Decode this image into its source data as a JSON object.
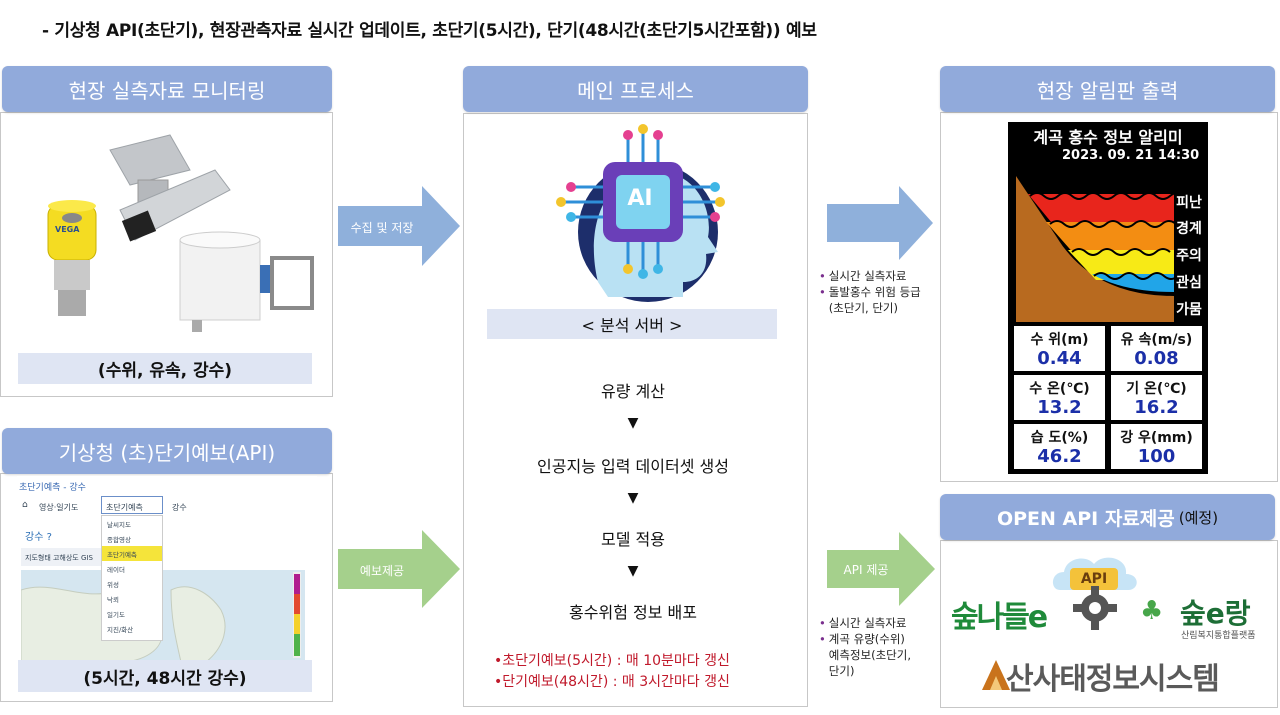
{
  "headline": "- 기상청 API(초단기), 현장관측자료 실시간 업데이트, 초단기(5시간), 단기(48시간(초단기5시간포함)) 예보",
  "panels": {
    "monitoring": {
      "title": "현장 실측자료 모니터링",
      "caption": "(수위, 유속, 강수)",
      "sensor_brand": "VEGA"
    },
    "forecast": {
      "title": "기상청 (초)단기예보(API)",
      "caption": "(5시간,  48시간 강수)",
      "screenshot": {
        "title": "초단기예측 - 강수",
        "nav_home": "영상·일기도",
        "nav_menu": "초단기예측",
        "nav_third": "강수",
        "menu_items": [
          "날씨지도",
          "종합영상",
          "초단기예측",
          "레이더",
          "위성",
          "낙뢰",
          "일기도",
          "지진/화산"
        ],
        "tab": "강수 ?",
        "options": "지도형태  고해상도 GIS"
      }
    },
    "main": {
      "title": "메인 프로세스",
      "server_label": "< 분석 서버 >",
      "steps": [
        "유량 계산",
        "인공지능 입력 데이터셋 생성",
        "모델 적용",
        "홍수위험 정보 배포"
      ],
      "step_marker": "▼",
      "schedule": [
        "•초단기예보(5시간) :  매 10분마다 갱신",
        "•단기예보(48시간) :  매 3시간마다 갱신"
      ],
      "ai_badge": "AI"
    },
    "board": {
      "title": "현장 알림판 출력",
      "sign_title": "계곡 홍수 정보 알리미",
      "sign_date": "2023. 09. 21 14:30",
      "levels": [
        "피난",
        "경계",
        "주의",
        "관심",
        "가뭄"
      ],
      "level_colors": [
        "#e8251c",
        "#f38d12",
        "#f7ea16",
        "#21a5e8"
      ],
      "cells": [
        {
          "label": "수 위(m)",
          "value": "0.44"
        },
        {
          "label": "유 속(m/s)",
          "value": "0.08"
        },
        {
          "label": "수 온(℃)",
          "value": "13.2"
        },
        {
          "label": "기 온(℃)",
          "value": "16.2"
        },
        {
          "label": "습 도(%)",
          "value": "46.2"
        },
        {
          "label": "강 우(mm)",
          "value": "100"
        }
      ]
    },
    "openapi": {
      "title_main": "OPEN API 자료제공",
      "title_note": "(예정)",
      "logo_api": "API",
      "logo_left": "숲나들e",
      "logo_right": "숲e랑",
      "logo_right_sub": "산림복지통합플랫폼",
      "logo_bottom": "산사태정보시스템"
    }
  },
  "arrows": {
    "collect": "수집 및 저장",
    "forecast": "예보제공",
    "board_out": "",
    "api_out": "API 제공"
  },
  "bullets_board": [
    "실시간 실측자료",
    "돌발홍수 위험 등급",
    "(초단기, 단기)"
  ],
  "bullets_api": [
    "실시간 실측자료",
    "계곡 유량(수위)",
    "예측정보(초단기,",
    "단기)"
  ]
}
